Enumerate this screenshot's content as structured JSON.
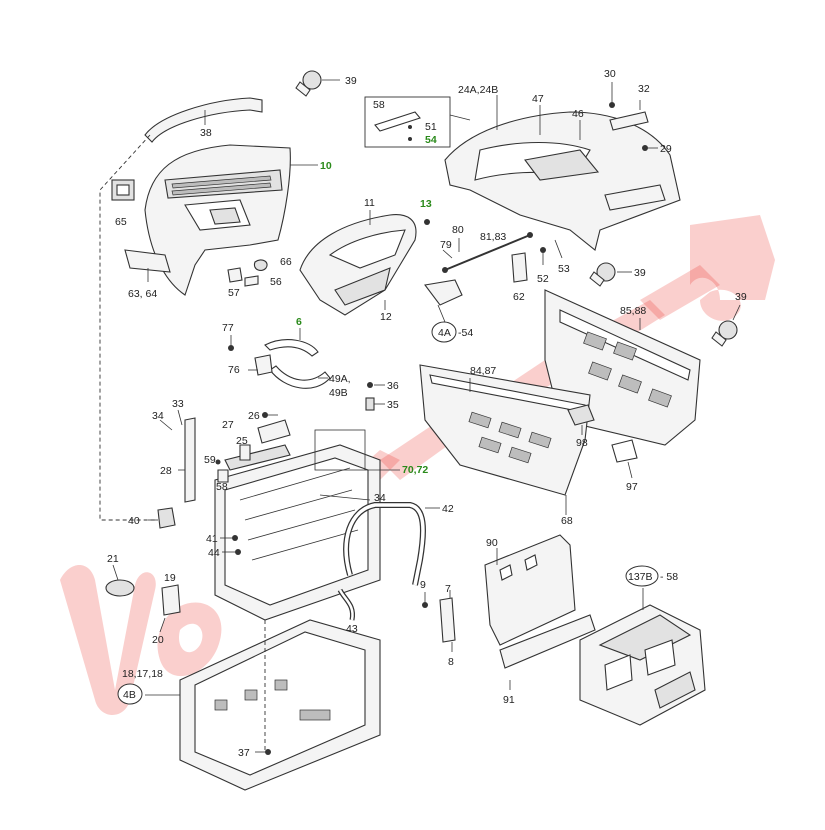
{
  "labels": {
    "l39a": "39",
    "l38": "38",
    "l10": "10",
    "l65": "65",
    "l66": "66",
    "l57": "57",
    "l56": "56",
    "l6364": "63, 64",
    "l58": "58",
    "l51": "51",
    "l54": "54",
    "l24": "24A,24B",
    "l47": "47",
    "l46": "46",
    "l30": "30",
    "l32": "32",
    "l29": "29",
    "l11": "11",
    "l13": "13",
    "l12": "12",
    "l80": "80",
    "l79": "79",
    "l8183": "81,83",
    "l52": "52",
    "l53": "53",
    "l62": "62",
    "l39b": "39",
    "l8588": "85,88",
    "l39c": "39",
    "l4a54": "-54",
    "l4a": "4A",
    "l77": "77",
    "l6": "6",
    "l76": "76",
    "l49": "49A,",
    "l49b": "49B",
    "l36": "36",
    "l35": "35",
    "l8487": "84,87",
    "l34a": "34",
    "l33": "33",
    "l27": "27",
    "l26": "26",
    "l25": "25",
    "l28": "28",
    "l59": "59",
    "l58b": "58",
    "l40": "40",
    "l70": "70,72",
    "l34b": "34",
    "l42": "42",
    "l98": "98",
    "l97": "97",
    "l68": "68",
    "l41": "41",
    "l44": "44",
    "l21": "21",
    "l19": "19",
    "l20": "20",
    "l9": "9",
    "l7": "7",
    "l43": "43",
    "l8": "8",
    "l90": "90",
    "l91": "91",
    "l137": "137B",
    "l137b": "- 58",
    "l181718": "18,17,18",
    "l4b": "4B",
    "l37": "37"
  },
  "colors": {
    "callout_green": "#2a8a1a",
    "watermark_red": "#e8231c",
    "line": "#333333"
  },
  "watermark": {
    "icon": "tractor-watermark-icon"
  }
}
